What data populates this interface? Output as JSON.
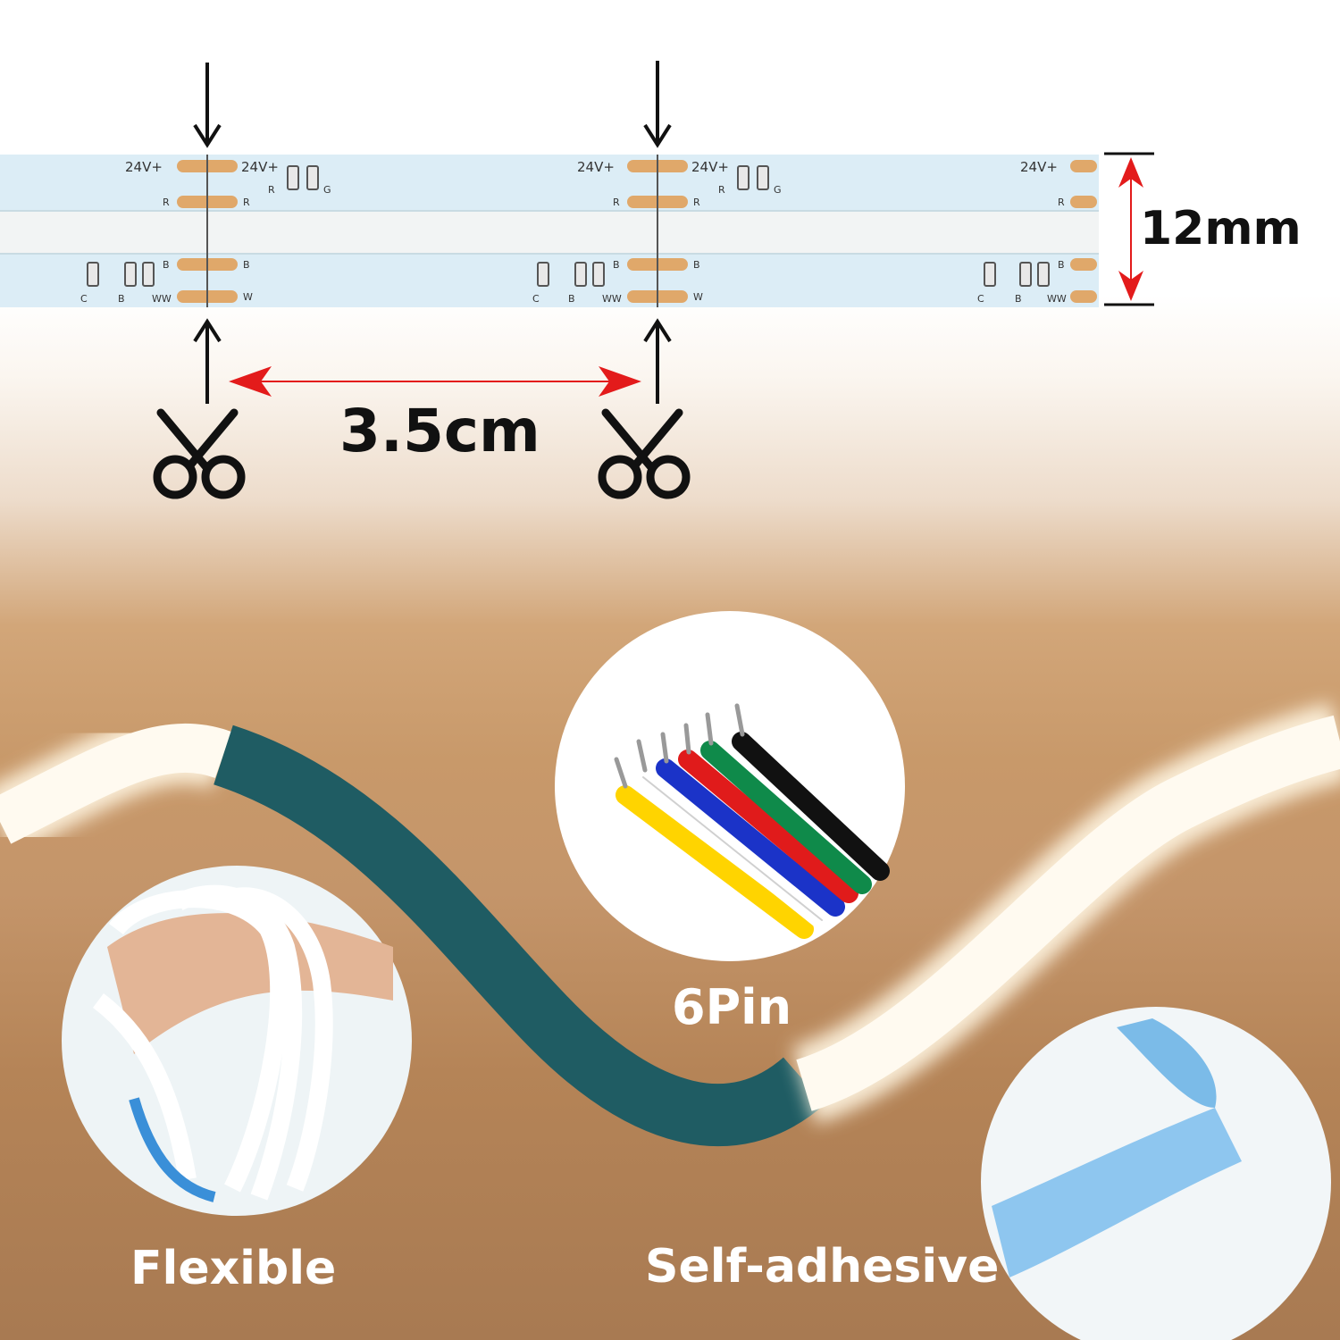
{
  "dimensions": {
    "width_label": "12mm",
    "cut_interval_label": "3.5cm"
  },
  "features": {
    "pins": "6Pin",
    "flexible": "Flexible",
    "adhesive": "Self-adhesive"
  },
  "pad_labels": {
    "positive": "24V+",
    "red": "R",
    "green": "G",
    "blue": "B",
    "cold_white": "C",
    "warm_white": "WW",
    "white": "W"
  },
  "colors": {
    "dimension_arrow": "#e31b1b",
    "pad_copper": "#e0a86a",
    "strip_blue": "#d8ecf5",
    "wire_colors": [
      "#ffd400",
      "#ffffff",
      "#1b33c8",
      "#e01b1b",
      "#0f8a4a",
      "#111111"
    ]
  },
  "icons": [
    "down-arrow-icon",
    "up-arrow-icon",
    "scissors-icon",
    "double-arrow-icon"
  ]
}
